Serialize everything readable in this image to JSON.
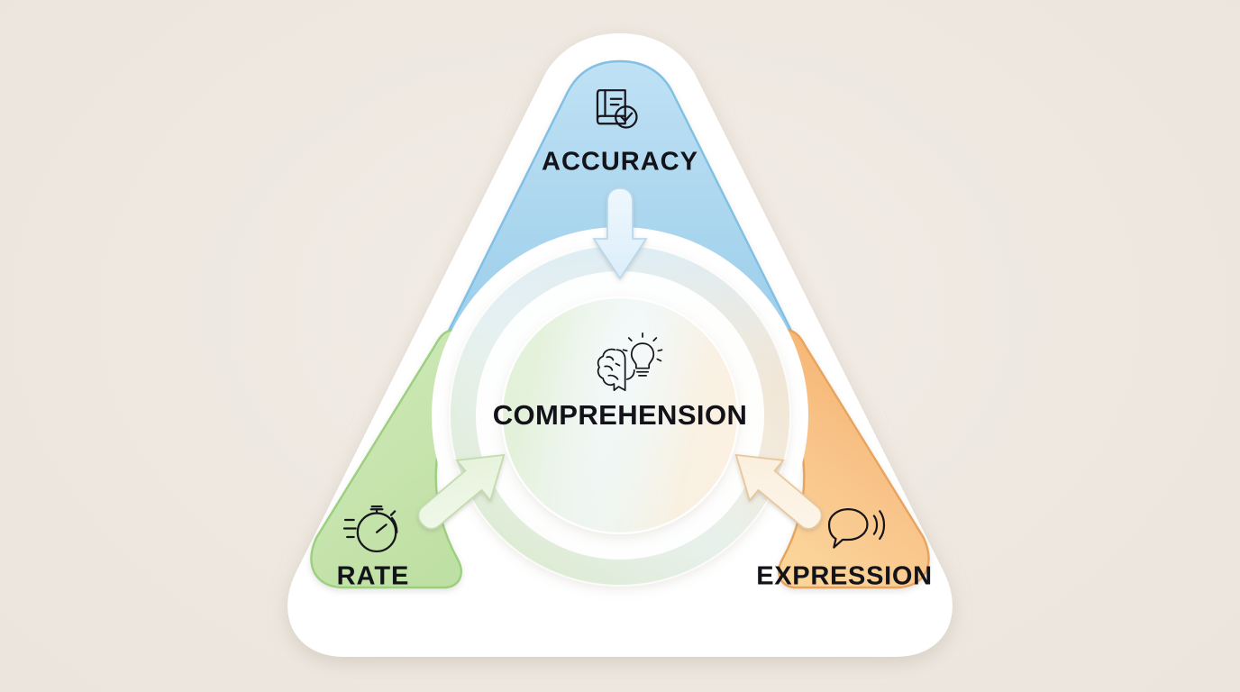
{
  "diagram": {
    "title_present": false,
    "type": "triangle-cycle-diagram",
    "background_color": "#f0ebe4",
    "center": {
      "label": "COMPREHENSION",
      "icon": "brain-lightbulb-icon",
      "text_color": "#121218"
    },
    "segments": [
      {
        "id": "accuracy",
        "label": "ACCURACY",
        "icon": "book-check-icon",
        "color": "#b3dbf0",
        "color_edge": "#7fc0e4",
        "position": "top"
      },
      {
        "id": "rate",
        "label": "RATE",
        "icon": "stopwatch-speed-icon",
        "color": "#cce8b5",
        "color_edge": "#9ccf7f",
        "position": "bottom-left"
      },
      {
        "id": "expression",
        "label": "EXPRESSION",
        "icon": "speech-bubble-sound-icon",
        "color": "#f7c289",
        "color_edge": "#e8a45e",
        "position": "bottom-right"
      }
    ],
    "arrows": [
      {
        "id": "arrow-accuracy-to-center",
        "from": "accuracy",
        "to": "center",
        "direction": "down",
        "tint": "#dceefa"
      },
      {
        "id": "arrow-rate-to-center",
        "from": "rate",
        "to": "center",
        "direction": "up-right",
        "tint": "#e8f4de"
      },
      {
        "id": "arrow-expression-to-center",
        "from": "expression",
        "to": "center",
        "direction": "up-left",
        "tint": "#fbeeda"
      }
    ]
  }
}
